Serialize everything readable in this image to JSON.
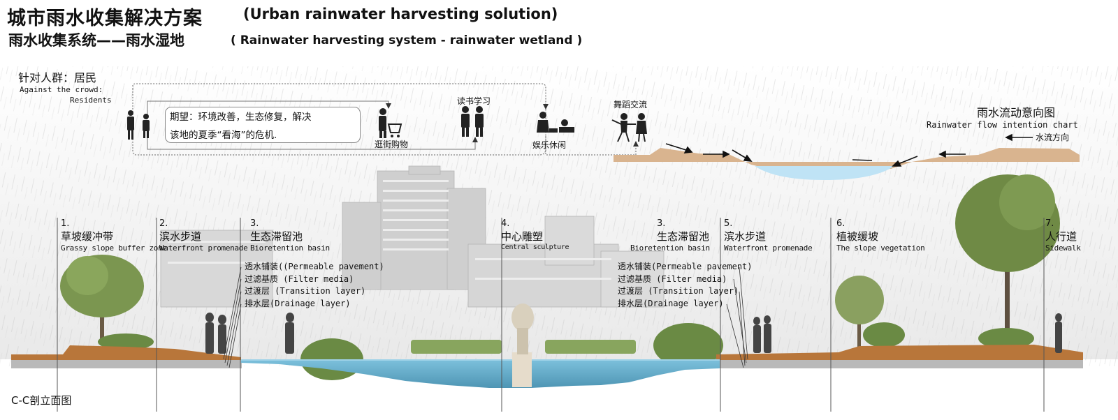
{
  "header": {
    "title_zh": "城市雨水收集解决方案",
    "title_en": "(Urban rainwater harvesting solution)",
    "subtitle_zh": "雨水收集系统——雨水湿地",
    "subtitle_en": "( Rainwater harvesting system - rainwater wetland )"
  },
  "crowd": {
    "label_zh": "针对人群：居民",
    "label_en_line1": "Against the crowd:",
    "label_en_line2": "Residents"
  },
  "expectation": {
    "line1": "期望：环境改善，生态修复，解决",
    "line2": "该地的夏季“看海”的危机."
  },
  "activities": [
    {
      "label": "逛街购物",
      "icon": "shopping-cart-person-icon"
    },
    {
      "label": "读书学习",
      "icon": "reading-people-icon"
    },
    {
      "label": "娱乐休闲",
      "icon": "leisure-people-icon"
    },
    {
      "label": "舞蹈交流",
      "icon": "dancing-people-icon"
    }
  ],
  "flow_chart": {
    "title_zh": "雨水流动意向图",
    "title_en": "Rainwater flow intention chart",
    "direction_label": "水流方向",
    "colors": {
      "soil": "#d9b48f",
      "water": "#bfe3f5"
    }
  },
  "zones": [
    {
      "num": "1.",
      "zh": "草坡缓冲带",
      "en": "Grassy slope buffer zone"
    },
    {
      "num": "2.",
      "zh": "滨水步道",
      "en": "Waterfront promenade"
    },
    {
      "num": "3.",
      "zh": "生态滞留池",
      "en": "Bioretention basin"
    },
    {
      "num": "4.",
      "zh": "中心雕塑",
      "en": "Central sculpture"
    },
    {
      "num": "3.",
      "zh": "生态滞留池",
      "en": "Bioretention basin"
    },
    {
      "num": "5.",
      "zh": "滨水步道",
      "en": "Waterfront promenade"
    },
    {
      "num": "6.",
      "zh": "植被缓坡",
      "en": "The slope vegetation"
    },
    {
      "num": "7.",
      "zh": "人行道",
      "en": "Sidewalk"
    }
  ],
  "layers_left": [
    "透水铺装((Permeable pavement)",
    "过滤基质 (Filter media)",
    "过渡层 (Transition layer)",
    "排水层(Drainage layer)"
  ],
  "layers_right": [
    "透水铺装(Permeable pavement)",
    "过滤基质 (Filter media)",
    "过渡层 (Transition layer)",
    "排水层(Drainage layer)"
  ],
  "section_title": "C-C剖立面图",
  "colors": {
    "soil": "#b8763a",
    "water": "#6fb3cf",
    "tree": "#6f8a45",
    "building": "#c8c8c8"
  }
}
